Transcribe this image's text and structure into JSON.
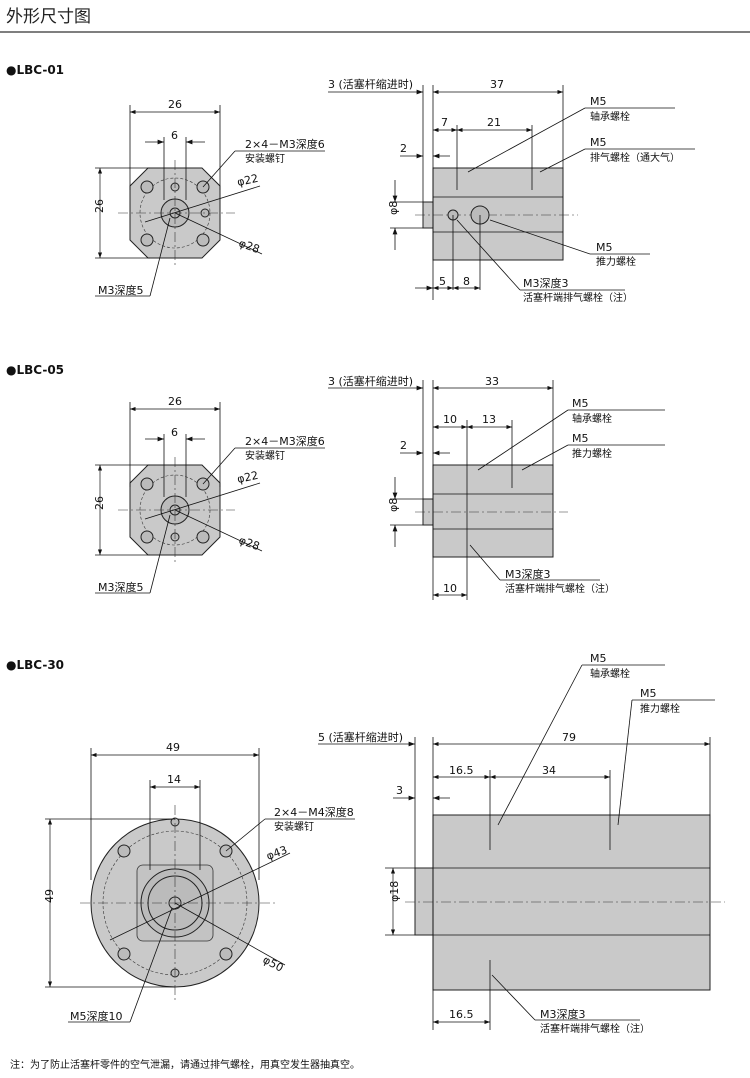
{
  "page_title": "外形尺寸图",
  "models": [
    {
      "name": "●LBC-01",
      "front": {
        "width": "26",
        "pitch": "6",
        "height": "26",
        "mount_screw": "2×4－M3深度6",
        "mount_screw_label": "安装螺钉",
        "d_inner": "φ22",
        "d_outer": "φ28",
        "rod_thread": "M3深度5"
      },
      "side": {
        "stroke_note": "3 (活塞杆缩进时)",
        "length": "37",
        "d1": "7",
        "d2": "21",
        "rod_ext": "2",
        "rod_dia": "φ8",
        "b1": "5",
        "b2": "8",
        "callouts": [
          {
            "size": "M5",
            "label": "轴承螺栓"
          },
          {
            "size": "M5",
            "label": "排气螺栓（通大气）"
          },
          {
            "size": "M5",
            "label": "推力螺栓"
          },
          {
            "size": "M3深度3",
            "label": "活塞杆端排气螺栓（注）"
          }
        ]
      }
    },
    {
      "name": "●LBC-05",
      "front": {
        "width": "26",
        "pitch": "6",
        "height": "26",
        "mount_screw": "2×4－M3深度6",
        "mount_screw_label": "安装螺钉",
        "d_inner": "φ22",
        "d_outer": "φ28",
        "rod_thread": "M3深度5"
      },
      "side": {
        "stroke_note": "3 (活塞杆缩进时)",
        "length": "33",
        "d1": "10",
        "d2": "13",
        "rod_ext": "2",
        "rod_dia": "φ8",
        "b1": "10",
        "callouts": [
          {
            "size": "M5",
            "label": "轴承螺栓"
          },
          {
            "size": "M5",
            "label": "推力螺栓"
          },
          {
            "size": "M3深度3",
            "label": "活塞杆端排气螺栓（注）"
          }
        ]
      }
    },
    {
      "name": "●LBC-30",
      "front": {
        "width": "49",
        "pitch": "14",
        "height": "49",
        "mount_screw": "2×4－M4深度8",
        "mount_screw_label": "安装螺钉",
        "d_inner": "φ43",
        "d_outer": "φ50",
        "rod_thread": "M5深度10"
      },
      "side": {
        "stroke_note": "5 (活塞杆缩进时)",
        "length": "79",
        "d1": "16.5",
        "d2": "34",
        "rod_ext": "3",
        "rod_dia": "φ18",
        "b1": "16.5",
        "callouts": [
          {
            "size": "M5",
            "label": "轴承螺栓"
          },
          {
            "size": "M5",
            "label": "推力螺栓"
          },
          {
            "size": "M3深度3",
            "label": "活塞杆端排气螺栓（注）"
          }
        ]
      }
    }
  ],
  "footnote": "注：为了防止活塞杆零件的空气泄漏，请通过排气螺栓，用真空发生器抽真空。"
}
